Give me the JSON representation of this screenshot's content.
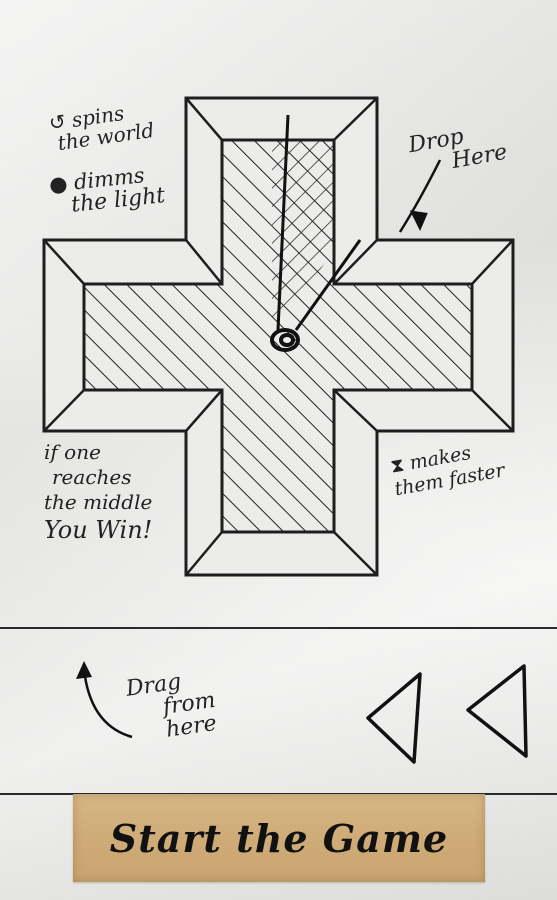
{
  "instructions": {
    "spin": {
      "icon": "↺",
      "line1": "spins",
      "line2": "the world"
    },
    "dim": {
      "icon": "●",
      "line1": "dimms",
      "line2": "the light"
    },
    "drop": {
      "line1": "Drop",
      "line2": "Here"
    },
    "win": {
      "line1": "if one",
      "line2": "reaches",
      "line3": "the middle",
      "line4": "You Win!"
    },
    "speed": {
      "icon": "⧗",
      "line1": "makes",
      "line2": "them faster"
    },
    "drag": {
      "line1": "Drag",
      "line2": "from",
      "line3": "here"
    }
  },
  "start_button": {
    "label": "Start the Game"
  },
  "colors": {
    "ink": "#1e1e1e",
    "paper": "#e9e9e7",
    "cardboard": "#cfac78"
  }
}
